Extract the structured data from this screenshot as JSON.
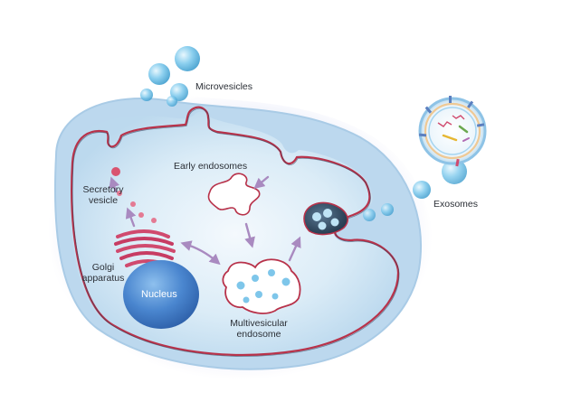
{
  "labels": {
    "microvesicles": "Microvesicles",
    "early_endosomes": "Early endosomes",
    "secretory_vesicle_1": "Secretory",
    "secretory_vesicle_2": "vesicle",
    "golgi_1": "Golgi",
    "golgi_2": "apparatus",
    "nucleus": "Nucleus",
    "mve_1": "Multivesicular",
    "mve_2": "endosome",
    "exosomes": "Exosomes"
  },
  "colors": {
    "membrane": "#b8324a",
    "cytoplasm": "#dcecf6",
    "nucleus": "#3f7fc9",
    "golgi": "#d04a6e",
    "vesicle_blue": "#5eb6e2",
    "arrow": "#a98ac0"
  }
}
